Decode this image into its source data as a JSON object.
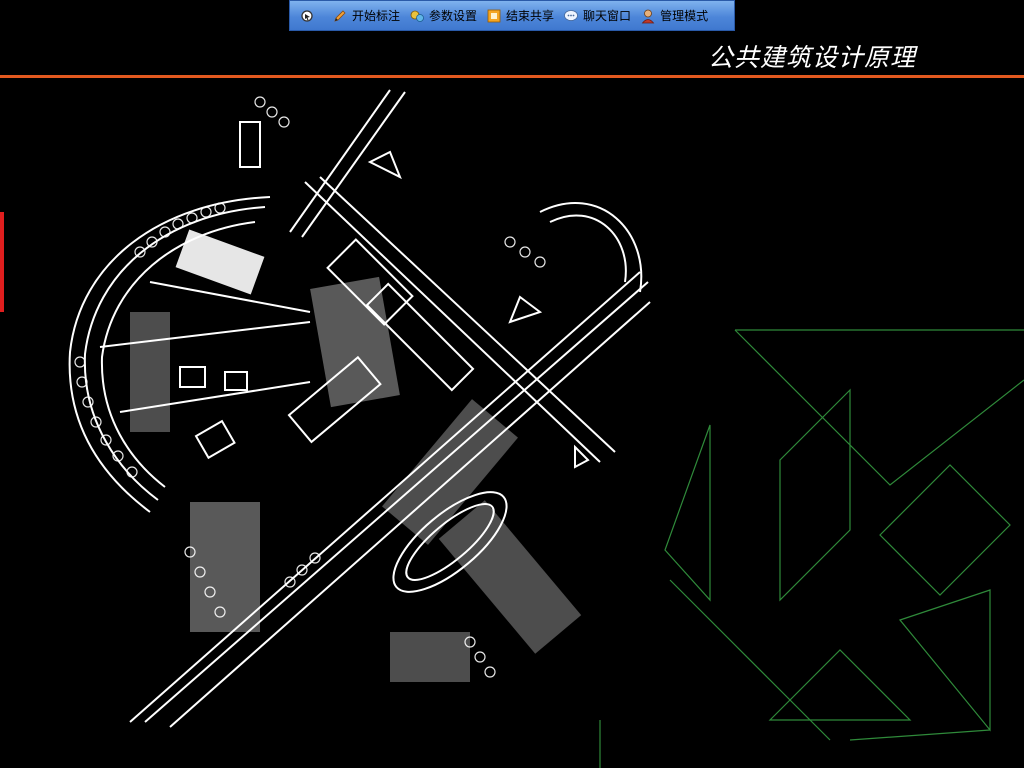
{
  "toolbar": {
    "items": [
      {
        "label": "开始标注",
        "icon": "pencil-icon"
      },
      {
        "label": "参数设置",
        "icon": "settings-icon"
      },
      {
        "label": "结束共享",
        "icon": "stop-share-icon"
      },
      {
        "label": "聊天窗口",
        "icon": "chat-icon"
      },
      {
        "label": "管理模式",
        "icon": "admin-user-icon"
      }
    ],
    "lead_icon": "pointer-icon"
  },
  "slide": {
    "title": "公共建筑设计原理",
    "colors": {
      "background": "#000000",
      "rule": "#e2591f",
      "accent": "#e01e1e",
      "drawing": "#ffffff",
      "decoration": "#2f8a3a"
    }
  }
}
